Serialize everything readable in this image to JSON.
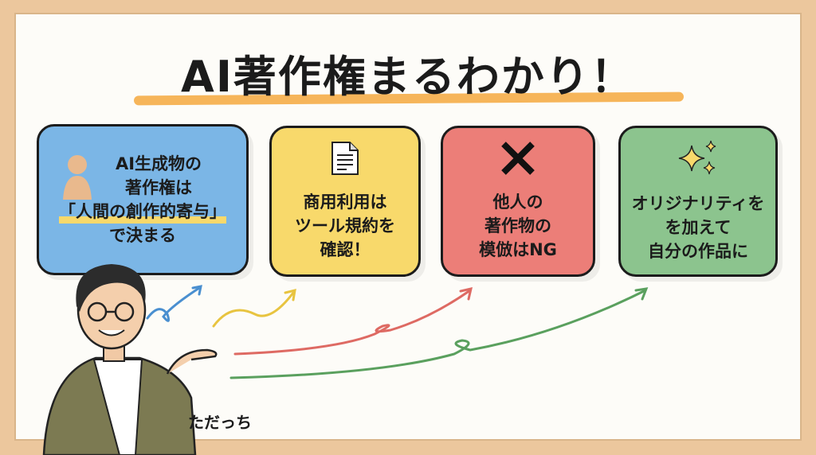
{
  "title": "AI著作権まるわかり！",
  "cards": [
    {
      "lines": [
        "AI生成物の",
        "著作権は",
        "「人間の創作的寄与」",
        "で決まる"
      ],
      "icon": "person-icon",
      "color": "#7bb6e6"
    },
    {
      "lines": [
        "商用利用は",
        "ツール規約を",
        "確認！"
      ],
      "icon": "document-icon",
      "color": "#f8d96b"
    },
    {
      "lines": [
        "他人の",
        "著作物の",
        "模倣はNG"
      ],
      "icon": "cross-icon",
      "color": "#ec7e78"
    },
    {
      "lines": [
        "オリジナリティを",
        "を加えて",
        "自分の作品に"
      ],
      "icon": "sparkle-icon",
      "color": "#8cc48e"
    }
  ],
  "character_name": "ただっち"
}
